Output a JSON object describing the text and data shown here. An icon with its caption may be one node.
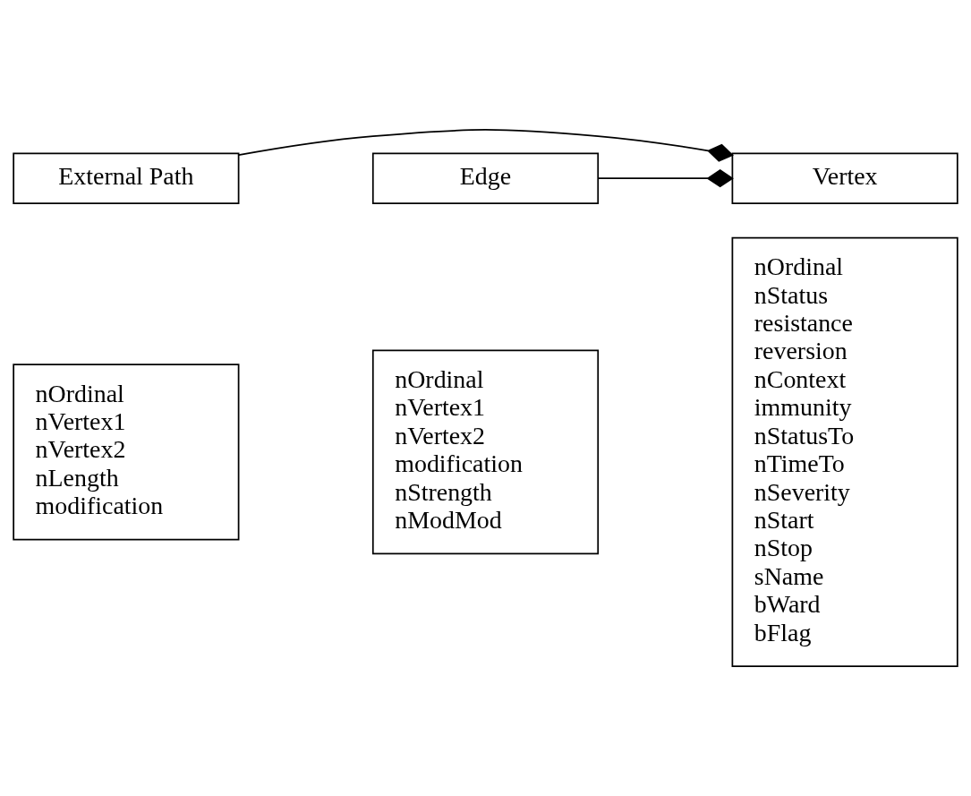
{
  "diagram": {
    "nodes": [
      {
        "text": [
          "External Path"
        ]
      },
      {
        "text": [
          "nOrdinal",
          "nVertex1",
          "nVertex2",
          "nLength",
          "modification"
        ]
      },
      {
        "text": [
          "Vertex"
        ]
      },
      {
        "text": [
          "nOrdinal",
          "nStatus",
          "resistance",
          "reversion",
          "nContext",
          "immunity",
          "nStatusTo",
          "nTimeTo",
          "nSeverity",
          "nStart",
          "nStop",
          "sName",
          "bWard",
          "bFlag"
        ]
      },
      {
        "text": [
          "Edge"
        ]
      },
      {
        "text": [
          "nOrdinal",
          "nVertex1",
          "nVertex2",
          "modification",
          "nStrength",
          "nModMod"
        ]
      }
    ],
    "edges": [
      {
        "from": 0,
        "to": 2,
        "arrow": "other"
      },
      {
        "from": 4,
        "to": 2,
        "arrow": "other"
      }
    ]
  }
}
